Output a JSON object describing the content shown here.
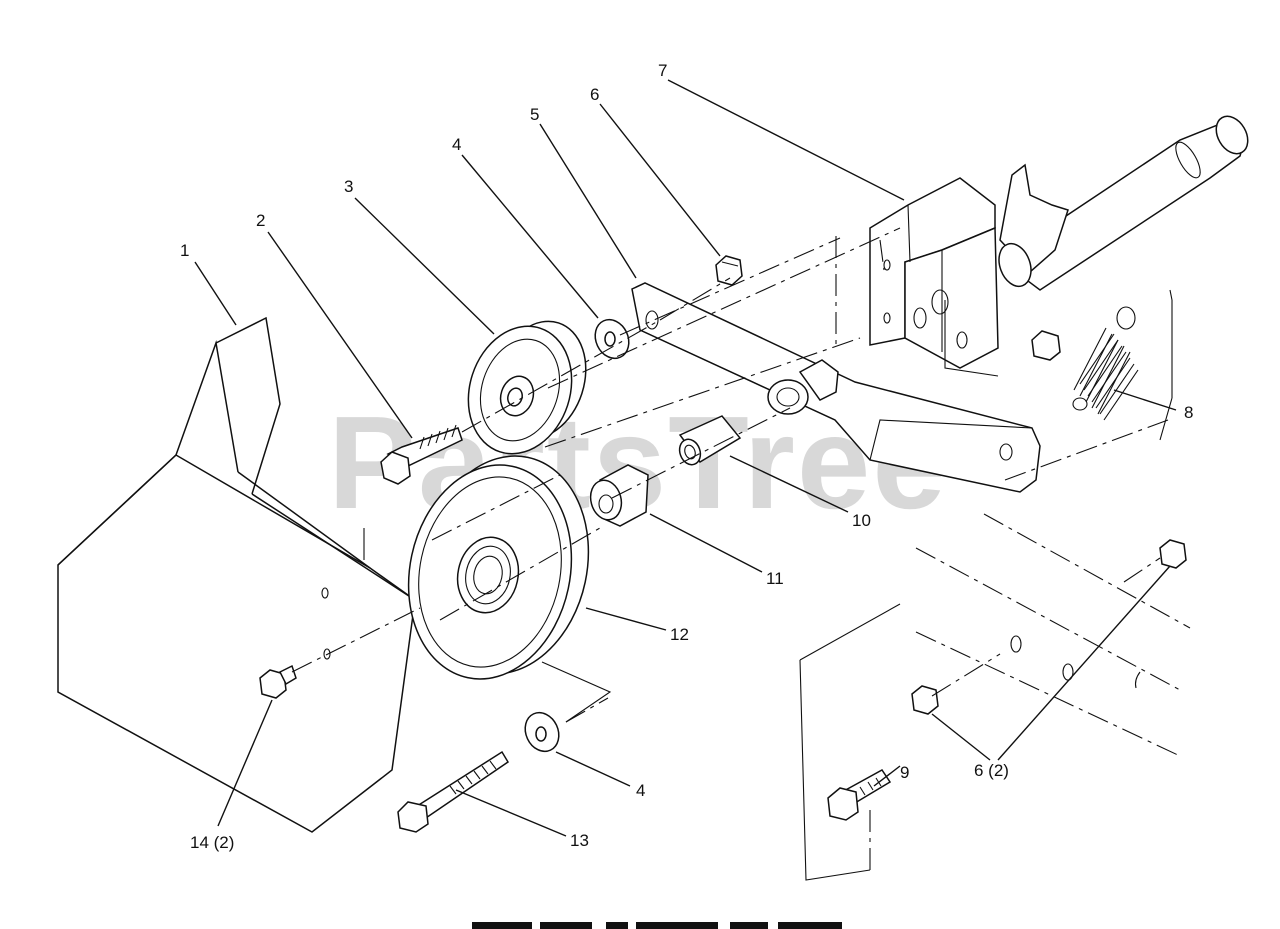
{
  "watermark": {
    "text": "PartsTree",
    "tm": "™"
  },
  "callouts": [
    {
      "id": "1",
      "text": "1"
    },
    {
      "id": "2",
      "text": "2"
    },
    {
      "id": "3",
      "text": "3"
    },
    {
      "id": "4a",
      "text": "4"
    },
    {
      "id": "5",
      "text": "5"
    },
    {
      "id": "6a",
      "text": "6"
    },
    {
      "id": "7",
      "text": "7"
    },
    {
      "id": "8",
      "text": "8"
    },
    {
      "id": "10",
      "text": "10"
    },
    {
      "id": "11",
      "text": "11"
    },
    {
      "id": "12",
      "text": "12"
    },
    {
      "id": "4b",
      "text": "4"
    },
    {
      "id": "13",
      "text": "13"
    },
    {
      "id": "14",
      "text": "14 (2)"
    },
    {
      "id": "9",
      "text": "9"
    },
    {
      "id": "6b",
      "text": "6 (2)"
    }
  ]
}
